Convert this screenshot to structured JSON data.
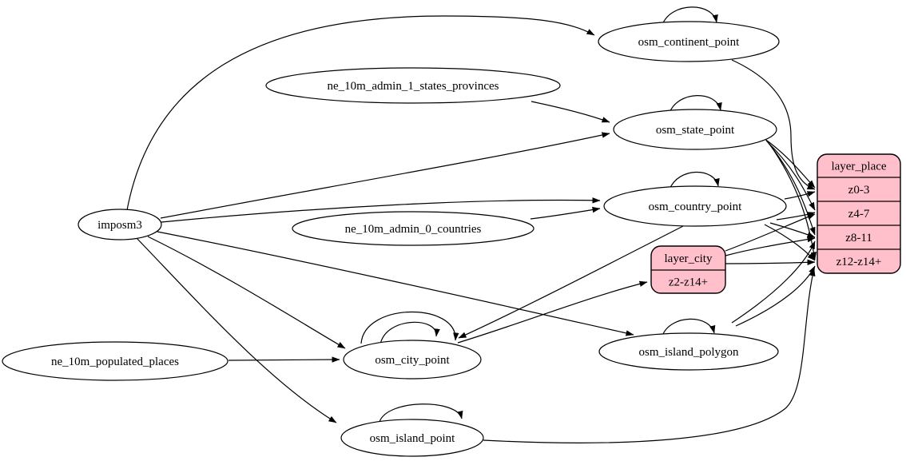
{
  "diagram": {
    "background_color": "#ffffff",
    "stroke_color": "#000000",
    "table_fill_color": "#ffffff",
    "layer_fill_color": "#ffc0cb",
    "nodes": [
      {
        "id": "imposm3",
        "kind": "source",
        "label": "imposm3"
      },
      {
        "id": "ne_10m_admin_1_states_provinces",
        "kind": "source",
        "label": "ne_10m_admin_1_states_provinces"
      },
      {
        "id": "ne_10m_admin_0_countries",
        "kind": "source",
        "label": "ne_10m_admin_0_countries"
      },
      {
        "id": "ne_10m_populated_places",
        "kind": "source",
        "label": "ne_10m_populated_places"
      },
      {
        "id": "osm_continent_point",
        "kind": "table",
        "label": "osm_continent_point"
      },
      {
        "id": "osm_state_point",
        "kind": "table",
        "label": "osm_state_point"
      },
      {
        "id": "osm_country_point",
        "kind": "table",
        "label": "osm_country_point"
      },
      {
        "id": "osm_city_point",
        "kind": "table",
        "label": "osm_city_point"
      },
      {
        "id": "osm_island_polygon",
        "kind": "table",
        "label": "osm_island_polygon"
      },
      {
        "id": "osm_island_point",
        "kind": "table",
        "label": "osm_island_point"
      },
      {
        "id": "layer_city",
        "kind": "layer",
        "title": "layer_city",
        "rows": [
          "z2-z14+"
        ]
      },
      {
        "id": "layer_place",
        "kind": "layer",
        "title": "layer_place",
        "rows": [
          "z0-3",
          "z4-7",
          "z8-11",
          "z12-z14+"
        ]
      }
    ],
    "edges": [
      {
        "from": "imposm3",
        "to": "osm_continent_point"
      },
      {
        "from": "imposm3",
        "to": "osm_state_point"
      },
      {
        "from": "imposm3",
        "to": "osm_country_point"
      },
      {
        "from": "imposm3",
        "to": "osm_city_point"
      },
      {
        "from": "imposm3",
        "to": "osm_island_polygon"
      },
      {
        "from": "imposm3",
        "to": "osm_island_point"
      },
      {
        "from": "ne_10m_admin_1_states_provinces",
        "to": "osm_state_point"
      },
      {
        "from": "ne_10m_admin_0_countries",
        "to": "osm_country_point"
      },
      {
        "from": "ne_10m_populated_places",
        "to": "osm_city_point"
      },
      {
        "from": "osm_continent_point",
        "to": "osm_continent_point",
        "self_loop": true
      },
      {
        "from": "osm_state_point",
        "to": "osm_state_point",
        "self_loop": true
      },
      {
        "from": "osm_country_point",
        "to": "osm_country_point",
        "self_loop": true
      },
      {
        "from": "osm_city_point",
        "to": "osm_city_point",
        "self_loop": true,
        "loop_index": 1
      },
      {
        "from": "osm_city_point",
        "to": "osm_city_point",
        "self_loop": true,
        "loop_index": 2
      },
      {
        "from": "osm_island_polygon",
        "to": "osm_island_polygon",
        "self_loop": true
      },
      {
        "from": "osm_island_point",
        "to": "osm_island_point",
        "self_loop": true
      },
      {
        "from": "osm_continent_point",
        "to": "layer_place",
        "to_row": "z0-3"
      },
      {
        "from": "osm_state_point",
        "to": "layer_place",
        "to_row": "z0-3"
      },
      {
        "from": "osm_state_point",
        "to": "layer_place",
        "to_row": "z4-7"
      },
      {
        "from": "osm_state_point",
        "to": "layer_place",
        "to_row": "z8-11"
      },
      {
        "from": "osm_state_point",
        "to": "layer_place",
        "to_row": "z12-z14+"
      },
      {
        "from": "osm_country_point",
        "to": "layer_place",
        "to_row": "z0-3"
      },
      {
        "from": "osm_country_point",
        "to": "layer_place",
        "to_row": "z4-7"
      },
      {
        "from": "osm_country_point",
        "to": "layer_place",
        "to_row": "z8-11"
      },
      {
        "from": "osm_country_point",
        "to": "layer_place",
        "to_row": "z12-z14+"
      },
      {
        "from": "osm_country_point",
        "to": "osm_city_point"
      },
      {
        "from": "osm_city_point",
        "to": "layer_city",
        "to_row": "z2-z14+"
      },
      {
        "from": "layer_city",
        "to": "layer_place",
        "to_row": "z4-7"
      },
      {
        "from": "layer_city",
        "to": "layer_place",
        "to_row": "z8-11"
      },
      {
        "from": "layer_city",
        "to": "layer_place",
        "to_row": "z12-z14+"
      },
      {
        "from": "osm_island_polygon",
        "to": "layer_place",
        "to_row": "z8-11"
      },
      {
        "from": "osm_island_polygon",
        "to": "layer_place",
        "to_row": "z12-z14+"
      },
      {
        "from": "osm_island_point",
        "to": "layer_place",
        "to_row": "z12-z14+"
      }
    ]
  }
}
